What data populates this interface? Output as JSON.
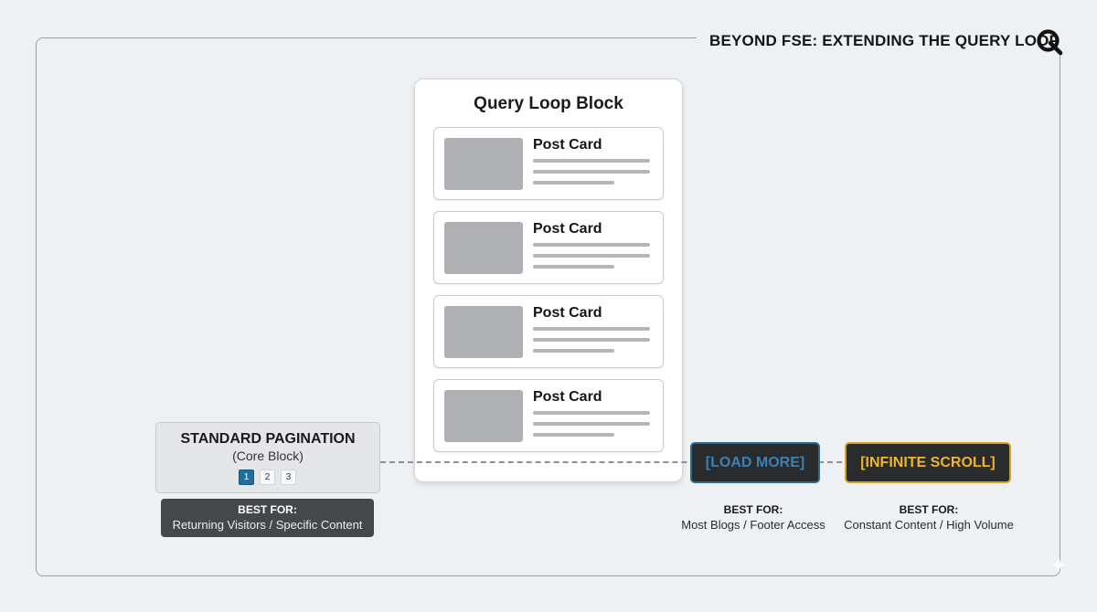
{
  "header": {
    "title": "BEYOND FSE: EXTENDING THE QUERY LOOP",
    "logo_icon": "q-logo-icon"
  },
  "query_block": {
    "title": "Query Loop Block",
    "cards": [
      {
        "label": "Post Card"
      },
      {
        "label": "Post Card"
      },
      {
        "label": "Post Card"
      },
      {
        "label": "Post Card"
      }
    ]
  },
  "standard_pagination": {
    "title": "STANDARD PAGINATION",
    "subtitle": "(Core Block)",
    "pages": [
      "1",
      "2",
      "3"
    ],
    "active_page": "1",
    "best_for_label": "BEST FOR:",
    "best_for_text": "Returning Visitors / Specific Content"
  },
  "load_more": {
    "label": "[LOAD MORE]",
    "best_for_label": "BEST FOR:",
    "best_for_text": "Most Blogs / Footer Access"
  },
  "infinite_scroll": {
    "label": "[INFINITE SCROLL]",
    "best_for_label": "BEST FOR:",
    "best_for_text": "Constant Content / High Volume"
  },
  "colors": {
    "background": "#eef1f4",
    "active_page": "#1f6e9b",
    "load_more_accent": "#3b82b3",
    "infinite_scroll_accent": "#f0b52a",
    "dark_panel": "#2a2b2d"
  }
}
